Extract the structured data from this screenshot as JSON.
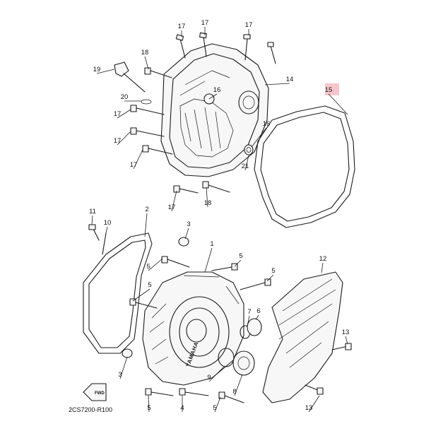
{
  "diagram": {
    "code": "2CS7200-R100",
    "brand": "YAMAHA",
    "fwd_label": "FWD",
    "highlight_color": "#f6c6cc",
    "callouts": [
      {
        "label": "17"
      },
      {
        "label": "17"
      },
      {
        "label": "17"
      },
      {
        "label": "18"
      },
      {
        "label": "19"
      },
      {
        "label": "20"
      },
      {
        "label": "16"
      },
      {
        "label": "14"
      },
      {
        "label": "15"
      },
      {
        "label": "17"
      },
      {
        "label": "17"
      },
      {
        "label": "17"
      },
      {
        "label": "16"
      },
      {
        "label": "21"
      },
      {
        "label": "17"
      },
      {
        "label": "18"
      },
      {
        "label": "11"
      },
      {
        "label": "10"
      },
      {
        "label": "2"
      },
      {
        "label": "3"
      },
      {
        "label": "1"
      },
      {
        "label": "5"
      },
      {
        "label": "5"
      },
      {
        "label": "5"
      },
      {
        "label": "12"
      },
      {
        "label": "5"
      },
      {
        "label": "7"
      },
      {
        "label": "6"
      },
      {
        "label": "13"
      },
      {
        "label": "3"
      },
      {
        "label": "9"
      },
      {
        "label": "8"
      },
      {
        "label": "5"
      },
      {
        "label": "4"
      },
      {
        "label": "5"
      },
      {
        "label": "13"
      }
    ]
  }
}
